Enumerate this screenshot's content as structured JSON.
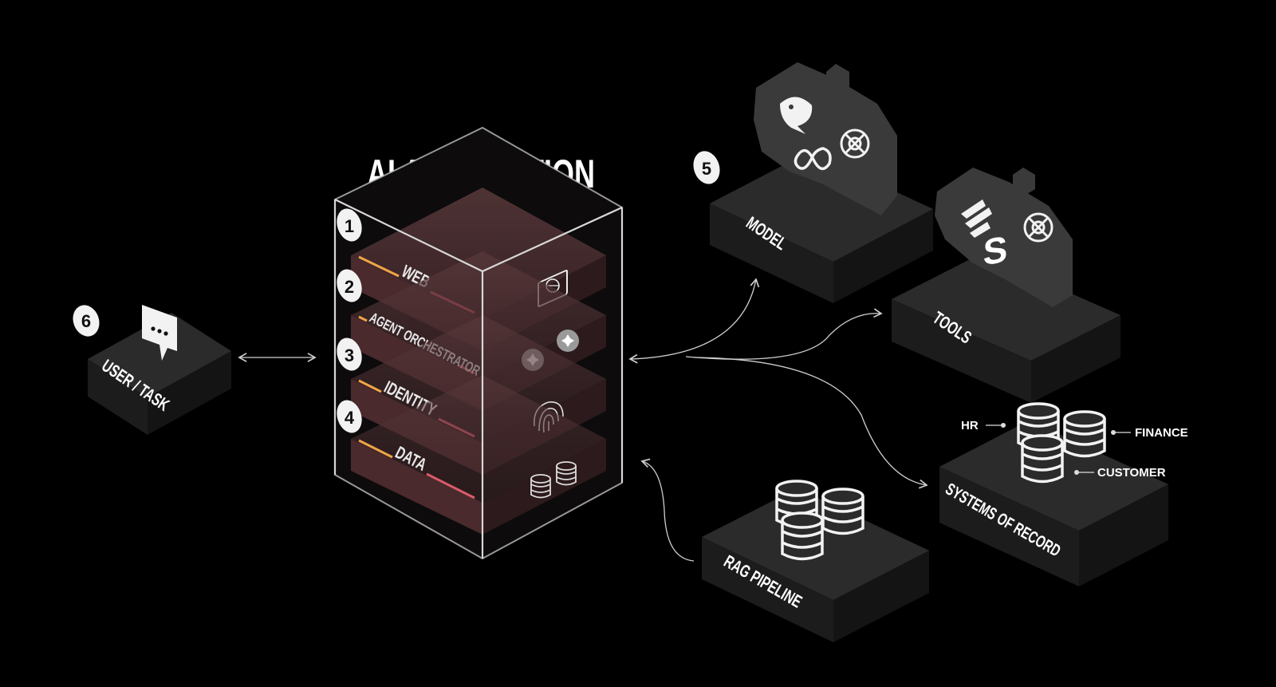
{
  "title": "AI APPLICATION",
  "layers": [
    {
      "number": "1",
      "label": "WEB",
      "icon": "browser-globe-icon"
    },
    {
      "number": "2",
      "label": "AGENT ORCHESTRATOR",
      "icon": "sparkle-agents-icon"
    },
    {
      "number": "3",
      "label": "IDENTITY",
      "icon": "fingerprint-icon"
    },
    {
      "number": "4",
      "label": "DATA",
      "icon": "database-icon"
    }
  ],
  "user_task": {
    "number": "6",
    "label": "USER / TASK",
    "icon": "chat-bubble-icon"
  },
  "model": {
    "number": "5",
    "label": "MODEL",
    "icons": [
      "deepseek-whale-icon",
      "meta-infinity-icon",
      "openai-icon"
    ]
  },
  "tools": {
    "label": "TOOLS",
    "icons": [
      "windsurf-icon",
      "s-logo-icon",
      "openai-icon"
    ]
  },
  "systems_of_record": {
    "label": "SYSTEMS OF RECORD",
    "tags": [
      "HR",
      "FINANCE",
      "CUSTOMER"
    ]
  },
  "rag_pipeline": {
    "label": "RAG PIPELINE",
    "icon": "database-stack-icon"
  },
  "colors": {
    "background": "#000000",
    "block_top": "#2b2b2b",
    "block_left": "#1c1c1c",
    "block_right": "#151515",
    "layer": "#4a2c2e",
    "accent": "#e07a4f",
    "accent2": "#d95a6a"
  }
}
